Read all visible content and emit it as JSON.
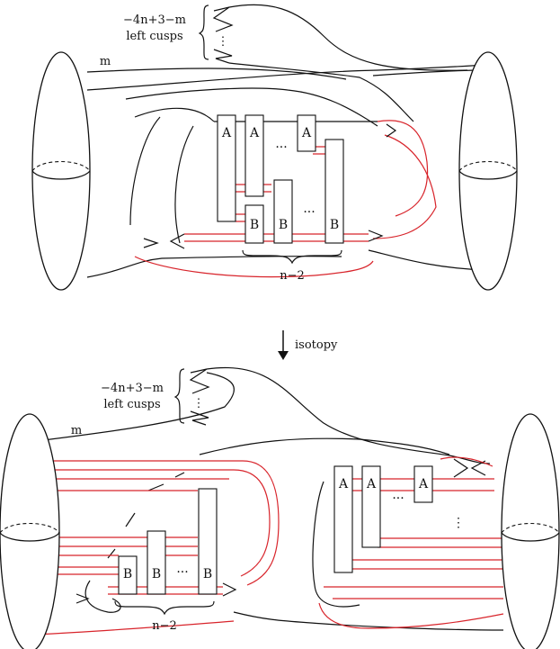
{
  "top_diagram": {
    "cusps_label_line1": "−4n+3−m",
    "cusps_label_line2": "left cusps",
    "strand_label": "m",
    "box_a": [
      "A",
      "A",
      "A"
    ],
    "box_b": [
      "B",
      "B",
      "B"
    ],
    "ellipsis": "···",
    "brace_label": "n−2"
  },
  "arrow": {
    "label": "isotopy"
  },
  "bottom_diagram": {
    "cusps_label_line1": "−4n+3−m",
    "cusps_label_line2": "left cusps",
    "strand_label": "m",
    "box_a": [
      "A",
      "A",
      "A"
    ],
    "box_b": [
      "B",
      "B",
      "B"
    ],
    "ellipsis": "···",
    "vertical_ellipsis": "⋮",
    "brace_label": "n−2"
  },
  "colors": {
    "strand_black": "#111111",
    "strand_red": "#d8242b"
  }
}
